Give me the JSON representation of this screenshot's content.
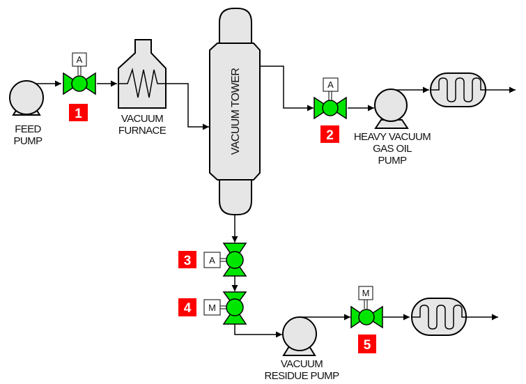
{
  "diagram": {
    "title": "Vacuum Distillation Unit",
    "colors": {
      "valve_fill": "#00e600",
      "equipment_fill": "#e6e6e6",
      "badge_fill": "#ff0000",
      "line": "#000000"
    },
    "equipment": {
      "feed_pump": {
        "label_line1": "FEED",
        "label_line2": "PUMP"
      },
      "vacuum_furnace": {
        "label_line1": "VACUUM",
        "label_line2": "FURNACE"
      },
      "vacuum_tower": {
        "label": "VACUUM TOWER"
      },
      "hvgo_pump": {
        "label_line1": "HEAVY VACUUM",
        "label_line2": "GAS OIL",
        "label_line3": "PUMP"
      },
      "residue_pump": {
        "label_line1": "VACUUM",
        "label_line2": "RESIDUE PUMP"
      }
    },
    "valves": [
      {
        "number": "1",
        "mode": "A"
      },
      {
        "number": "2",
        "mode": "A"
      },
      {
        "number": "3",
        "mode": "A"
      },
      {
        "number": "4",
        "mode": "M"
      },
      {
        "number": "5",
        "mode": "M"
      }
    ]
  }
}
